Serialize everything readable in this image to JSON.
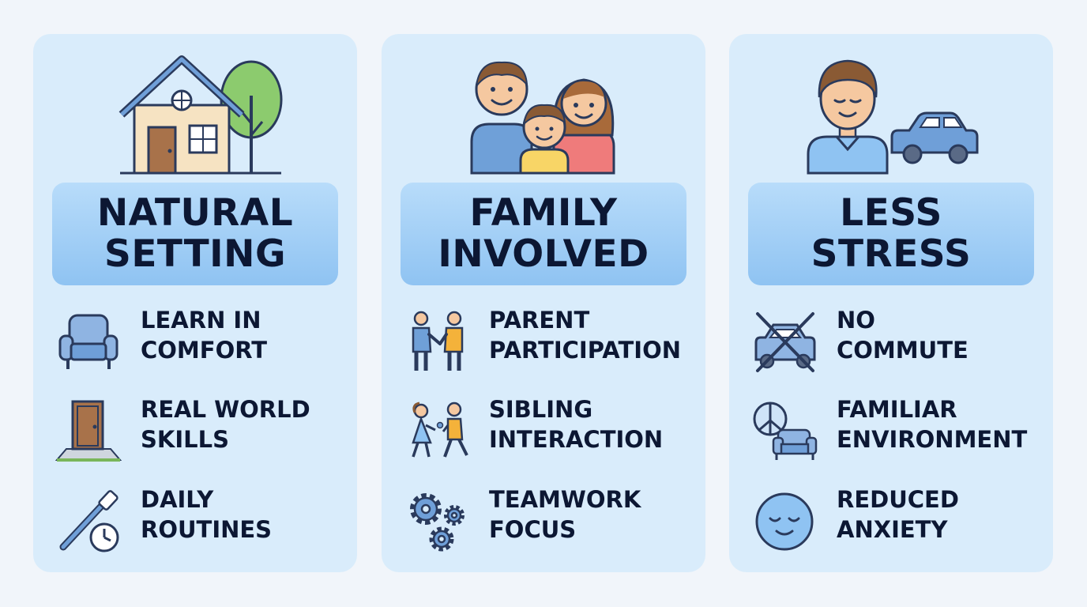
{
  "cards": [
    {
      "title": [
        "NATURAL",
        "SETTING"
      ],
      "items": [
        {
          "line1": "LEARN IN",
          "line2": "COMFORT",
          "icon": "armchair-icon"
        },
        {
          "line1": "REAL WORLD",
          "line2": "SKILLS",
          "icon": "door-icon"
        },
        {
          "line1": "DAILY",
          "line2": "ROUTINES",
          "icon": "toothbrush-clock-icon"
        }
      ]
    },
    {
      "title": [
        "FAMILY",
        "INVOLVED"
      ],
      "items": [
        {
          "line1": "PARENT",
          "line2": "PARTICIPATION",
          "icon": "handshake-people-icon"
        },
        {
          "line1": "SIBLING",
          "line2": "INTERACTION",
          "icon": "kids-playing-icon"
        },
        {
          "line1": "TEAMWORK",
          "line2": "FOCUS",
          "icon": "gears-icon"
        }
      ]
    },
    {
      "title": [
        "LESS",
        "STRESS"
      ],
      "items": [
        {
          "line1": "NO",
          "line2": "COMMUTE",
          "icon": "crossed-car-icon"
        },
        {
          "line1": "FAMILIAR",
          "line2": "ENVIRONMENT",
          "icon": "peace-sofa-icon"
        },
        {
          "line1": "REDUCED",
          "line2": "ANXIETY",
          "icon": "calm-face-icon"
        }
      ]
    }
  ],
  "colors": {
    "card_bg": "#d9ecfb",
    "banner_top": "#b8dcfa",
    "banner_bottom": "#8fc3f2",
    "text": "#0c1733",
    "icon_blue": "#6f9fd8",
    "outline": "#2a3a5c"
  }
}
